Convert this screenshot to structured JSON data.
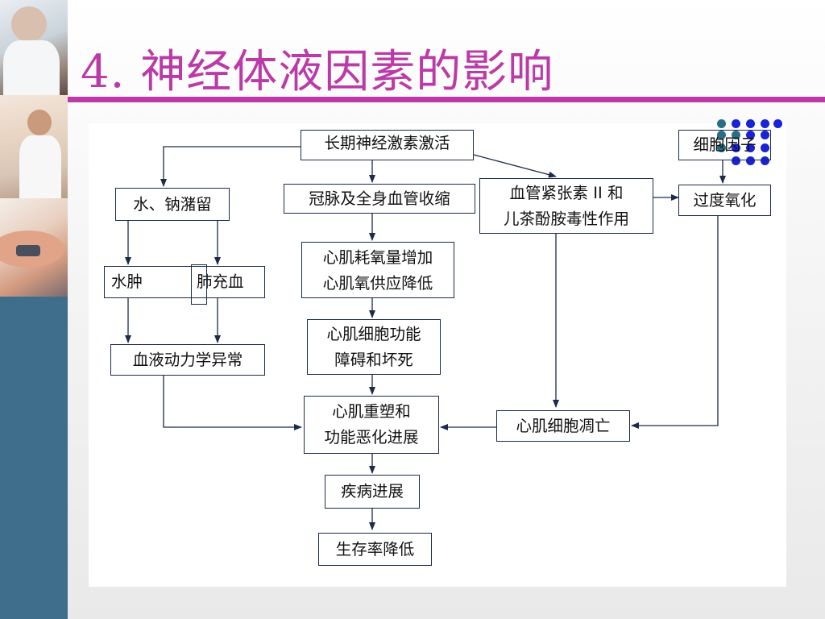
{
  "title": "4. 神经体液因素的影响",
  "nodes": {
    "activation": "长期神经激素激活",
    "water_sodium": "水、钠潴留",
    "coronary": "冠脉及全身血管收缩",
    "angiotensin_line1": "血管紧张素 II 和",
    "angiotensin_line2": "儿茶酚胺毒性作用",
    "cytokine": "细胞因子",
    "oxidation": "过度氧化",
    "edema": "水肿",
    "pulmonary": "肺充血",
    "oxygen_line1": "心肌耗氧量增加",
    "oxygen_line2": "心肌氧供应降低",
    "hemodynamic": "血液动力学异常",
    "injury_line1": "心肌细胞功能",
    "injury_line2": "障碍和坏死",
    "remodel_line1": "心肌重塑和",
    "remodel_line2": "功能恶化进展",
    "apoptosis": "心肌细胞凋亡",
    "progression": "疾病进展",
    "survival": "生存率降低"
  },
  "colors": {
    "title": "#bb3aa7",
    "rule": "#bb3aa7",
    "box_border": "#1c2b4a",
    "arrow": "#1c2b4a",
    "strip": "#3f6e8c",
    "dot_blue": "#1a22d6",
    "dot_teal": "#2a6e86"
  }
}
